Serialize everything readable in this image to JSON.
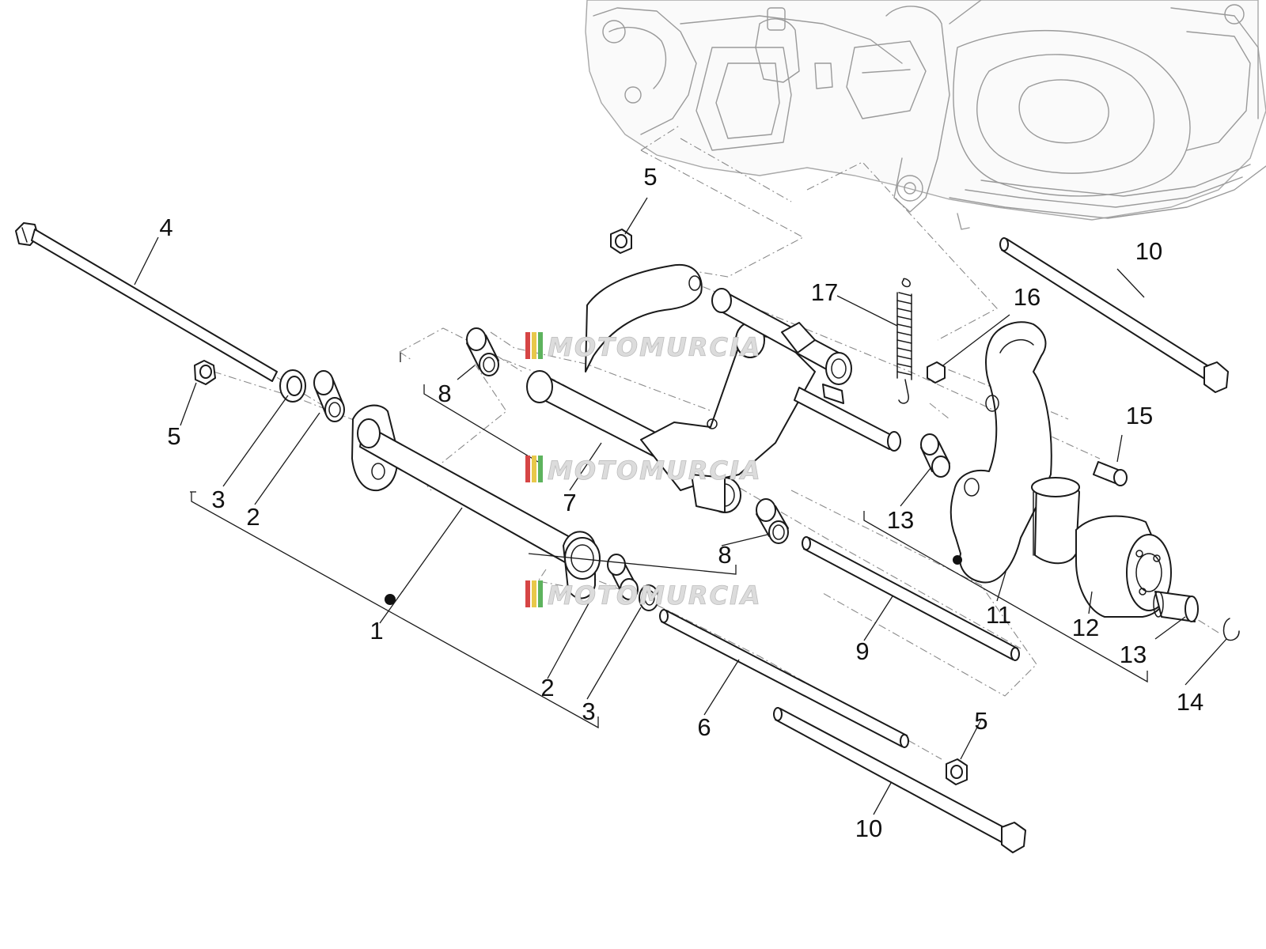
{
  "diagram": {
    "watermark": "MOTOMURCIA",
    "watermark_colors": [
      "#d64545",
      "#e8c84a",
      "#5db35d"
    ],
    "ink_color": "#1a1a1a",
    "engine_color": "#9a9a9a",
    "callouts": [
      {
        "id": "c1",
        "label": "1"
      },
      {
        "id": "c2a",
        "label": "2"
      },
      {
        "id": "c2b",
        "label": "2"
      },
      {
        "id": "c3a",
        "label": "3"
      },
      {
        "id": "c3b",
        "label": "3"
      },
      {
        "id": "c4",
        "label": "4"
      },
      {
        "id": "c5a",
        "label": "5"
      },
      {
        "id": "c5b",
        "label": "5"
      },
      {
        "id": "c5c",
        "label": "5"
      },
      {
        "id": "c6",
        "label": "6"
      },
      {
        "id": "c7",
        "label": "7"
      },
      {
        "id": "c8a",
        "label": "8"
      },
      {
        "id": "c8b",
        "label": "8"
      },
      {
        "id": "c9",
        "label": "9"
      },
      {
        "id": "c10a",
        "label": "10"
      },
      {
        "id": "c10b",
        "label": "10"
      },
      {
        "id": "c11",
        "label": "11"
      },
      {
        "id": "c12",
        "label": "12"
      },
      {
        "id": "c13a",
        "label": "13"
      },
      {
        "id": "c13b",
        "label": "13"
      },
      {
        "id": "c14",
        "label": "14"
      },
      {
        "id": "c15",
        "label": "15"
      },
      {
        "id": "c16",
        "label": "16"
      },
      {
        "id": "c17",
        "label": "17"
      }
    ]
  }
}
